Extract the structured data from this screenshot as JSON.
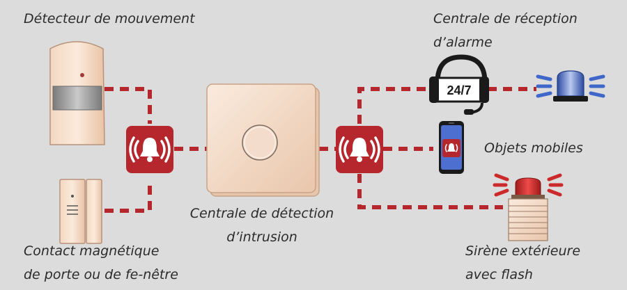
{
  "labels": {
    "motion_detector": "Détecteur de mouvement",
    "alarm_receiving_center_line1": "Centrale de réception",
    "alarm_receiving_center_line2": "d’alarme",
    "mobile_objects": "Objets mobiles",
    "control_panel_line1": "Centrale de détection",
    "control_panel_line2": "d’intrusion",
    "magnetic_contact_line1": "Contact magnétique",
    "magnetic_contact_line2": "de porte ou de fe-nêtre",
    "outdoor_siren_line1": "Sirène extérieure",
    "outdoor_siren_line2": "avec flash"
  },
  "headset_badge": "24/7",
  "icons": {
    "motion_detector": "motion-detector-icon",
    "magnetic_contact": "door-window-contact-icon",
    "alarm_bell": "alarm-bell-icon",
    "control_panel": "control-panel-icon",
    "headset": "headset-icon",
    "beacon": "police-beacon-icon",
    "smartphone": "smartphone-icon",
    "siren": "outdoor-siren-icon"
  },
  "colors": {
    "background": "#dcdcdc",
    "connector": "#b5272d",
    "alarm_badge": "#b5272d",
    "device_body": "#f5dcc7",
    "beacon_light": "#3f66c9",
    "siren_light": "#cc2a2a"
  }
}
